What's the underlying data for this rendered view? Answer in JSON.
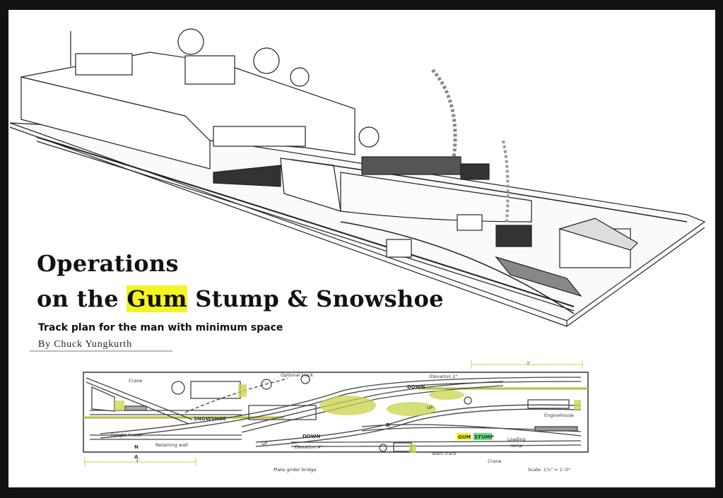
{
  "article": {
    "title_line1": "Operations",
    "title_line2_pre": "on the ",
    "title_highlight": "Gum",
    "title_line2_post": " Stump & Snowshoe",
    "subtitle": "Track plan for the man with minimum space",
    "byline": "By Chuck Yungkurth"
  },
  "track_plan": {
    "labels": {
      "crane_left": "Crane",
      "optional_track": "Optional track",
      "snowshoe": "SNOWSHOE",
      "freight_house": "Freight house",
      "retaining_wall": "Retaining wall",
      "north": "N",
      "section_a": "A",
      "up_left": "UP",
      "down_middle": "DOWN",
      "elevation_4": "Elevation 4\"",
      "plate_girder_bridge": "Plate girder bridge",
      "elevation_2": "Elevation 2\"",
      "down_top": "DOWN",
      "up_right": "UP",
      "section_b": "B",
      "gum": "GUM",
      "stump": "STUMP",
      "enginehouse": "Enginehouse",
      "loading_ramp_1": "Loading",
      "loading_ramp_2": "ramp",
      "team_track": "Team track",
      "crane_right": "Crane",
      "scale": "Scale: 1¼\" = 1'-0\"",
      "dim_left": "1'",
      "dim_right": "1'"
    }
  },
  "colors": {
    "highlight_yellow": "#f4f424",
    "highlight_green": "#5fe07a",
    "plan_tint": "#c9d34a"
  }
}
